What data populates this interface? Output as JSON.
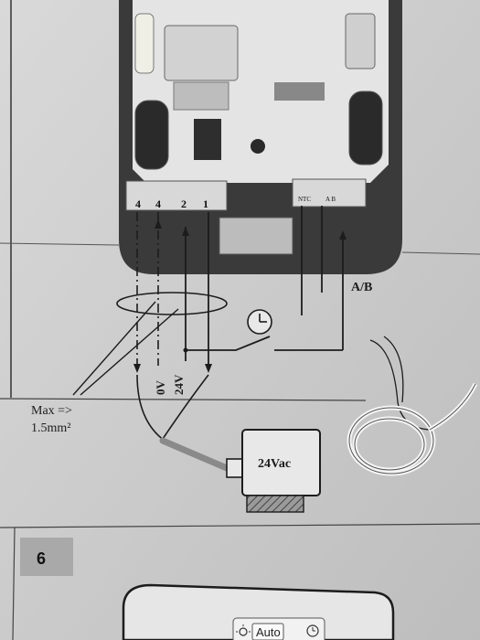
{
  "terminals": {
    "t1": "4",
    "t2": "4",
    "t3": "2",
    "t4": "1",
    "ntc": "NTC",
    "ab": "A B"
  },
  "labels": {
    "bus": "A/B",
    "max_line1": "Max =>",
    "max_line2": "1.5mm²",
    "zero_v": "0V",
    "twenty_four_v": "24V",
    "actuator": "24Vac",
    "section_number": "6",
    "mode_button": "Auto"
  },
  "colors": {
    "paper": "#d3d3d3",
    "line": "#1c1c1c",
    "device": "#3a3a3a",
    "board": "#e6e6e6"
  }
}
